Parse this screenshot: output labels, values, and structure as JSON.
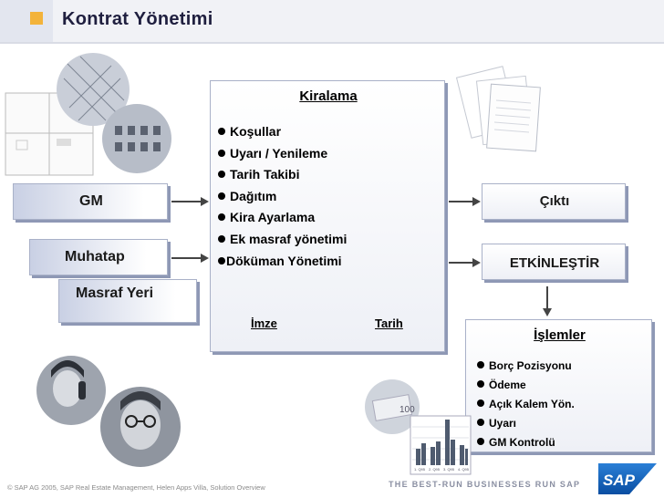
{
  "header": {
    "title": "Kontrat Yönetimi"
  },
  "left": {
    "gm": "GM",
    "muhatap": "Muhatap",
    "masraf_yeri": "Masraf Yeri"
  },
  "center": {
    "title": "Kiralama",
    "items": [
      "Koşullar",
      "Uyarı / Yenileme",
      "Tarih Takibi",
      "Dağıtım",
      "Kira Ayarlama",
      "Ek masraf yönetimi",
      "Döküman Yönetimi"
    ],
    "signature_label": "İmze",
    "date_label": "Tarih"
  },
  "right": {
    "output": "Çıktı",
    "activate": "ETKİNLEŞTİR",
    "transactions_title": "İşlemler",
    "transactions": [
      "Borç Pozisyonu",
      "Ödeme",
      "Açık Kalem Yön.",
      "Uyarı",
      "GM Kontrolü"
    ]
  },
  "chart_illustration": {
    "x_labels": [
      "1. Q95",
      "2. Q95",
      "3. Q95",
      "4. Q95"
    ]
  },
  "banknote_text": "100",
  "footer": {
    "copyright": "©  SAP AG 2005, SAP Real Estate Management, Helen Apps Villa, Solution Overview",
    "slogan": "THE BEST-RUN BUSINESSES RUN SAP",
    "logo_text": "SAP"
  },
  "colors": {
    "accent": "#f3b33a",
    "box_shadow": "#8e98b5",
    "box_border": "#a9b1c8",
    "sap_blue": "#0a4ea2"
  }
}
